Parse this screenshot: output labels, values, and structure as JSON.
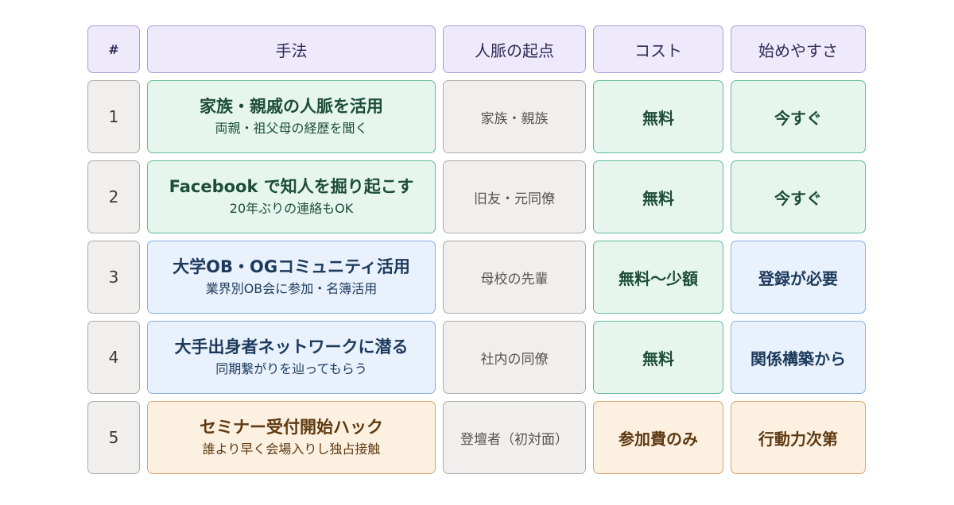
{
  "headers": {
    "num": "#",
    "method": "手法",
    "source": "人脈の起点",
    "cost": "コスト",
    "ease": "始めやすさ"
  },
  "rows": [
    {
      "num": "1",
      "title": "家族・親戚の人脈を活用",
      "sub": "両親・祖父母の経歴を聞く",
      "source": "家族・親族",
      "cost": "無料",
      "ease": "今すぐ"
    },
    {
      "num": "2",
      "title": "Facebook で知人を掘り起こす",
      "sub": "20年ぶりの連絡もOK",
      "source": "旧友・元同僚",
      "cost": "無料",
      "ease": "今すぐ"
    },
    {
      "num": "3",
      "title": "大学OB・OGコミュニティ活用",
      "sub": "業界別OB会に参加・名簿活用",
      "source": "母校の先輩",
      "cost": "無料〜少額",
      "ease": "登録が必要"
    },
    {
      "num": "4",
      "title": "大手出身者ネットワークに潜る",
      "sub": "同期繋がりを辿ってもらう",
      "source": "社内の同僚",
      "cost": "無料",
      "ease": "関係構築から"
    },
    {
      "num": "5",
      "title": "セミナー受付開始ハック",
      "sub": "誰より早く会場入りし独占接触",
      "source": "登壇者（初対面）",
      "cost": "参加費のみ",
      "ease": "行動力次第"
    }
  ],
  "colors": {
    "header_bg": "#eeeafc",
    "neutral_bg": "#f0efed",
    "green_bg": "#e6f6ef",
    "blue_bg": "#e8f1fc",
    "orange_bg": "#fcf0e1"
  }
}
